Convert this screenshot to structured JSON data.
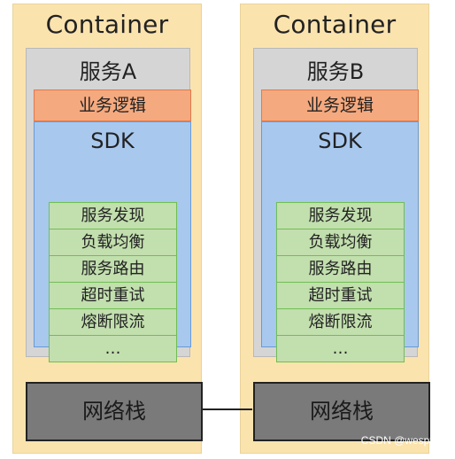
{
  "containers": [
    {
      "title": "Container",
      "service": "服务A",
      "logic": "业务逻辑",
      "sdk": "SDK",
      "items": [
        "服务发现",
        "负载均衡",
        "服务路由",
        "超时重试",
        "熔断限流",
        "…"
      ],
      "netstack": "网络栈"
    },
    {
      "title": "Container",
      "service": "服务B",
      "logic": "业务逻辑",
      "sdk": "SDK",
      "items": [
        "服务发现",
        "负载均衡",
        "服务路由",
        "超时重试",
        "熔断限流",
        "…"
      ],
      "netstack": "网络栈"
    }
  ],
  "watermark": "CSDN @wespten",
  "colors": {
    "container": "#fbe3ae",
    "service": "#d5d5d5",
    "logic": "#f5a97e",
    "sdk": "#a8c8ee",
    "sdk_item": "#c2dfae",
    "netstack": "#7a7a7a"
  }
}
